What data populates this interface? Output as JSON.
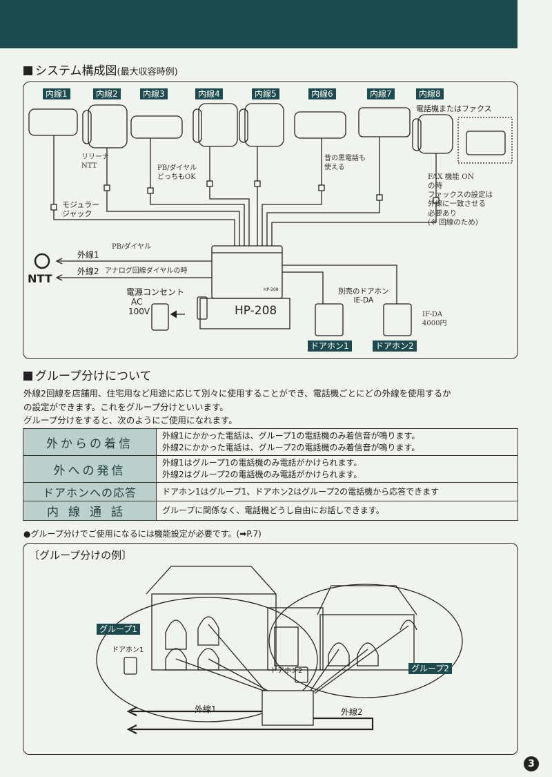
{
  "header_bar_color": "#1d4a4c",
  "system": {
    "title": "システム構成図",
    "subtitle": "(最大収容時例)",
    "extensions": [
      "内線1",
      "内線2",
      "内線3",
      "内線4",
      "内線5",
      "内線6",
      "内線7",
      "内線8"
    ],
    "phone_or_fax": "電話機またはファクス",
    "modular_jack": "モジュラー\nジャック",
    "outside_line_1": "外線1",
    "outside_line_2": "外線2",
    "ntt": "NTT",
    "power_outlet": "電源コンセント",
    "ac": "AC",
    "voltage": "100V",
    "unit_name": "HP-208",
    "unit_small_label": "HP-208",
    "doorphone_note": "別売のドアホン\nIE-DA",
    "doorphone_1": "ドアホン1",
    "doorphone_2": "ドアホン2",
    "handwritten": {
      "ext2": "リリーナ\nNTT",
      "ext3": "PB/ダイヤル\nどっちもOK",
      "ext6": "昔の黒電話も\n使える",
      "fax": "FAX 機能 ON\nの時\nファックスの設定は\n外線に一致させる\n必要あり\n(※ 回線のため)",
      "line1": "PB/ダイヤル",
      "line2": "アナログ回線ダイヤルの時",
      "ifda": "IF-DA\n4000円"
    }
  },
  "group": {
    "title": "グループ分けについて",
    "para1": "外線2回線を店舗用、住宅用など用途に応じて別々に使用することができ、電話機ごとにどの外線を使用するか",
    "para2": "の設定ができます。これをグループ分けといいます。",
    "para3": "グループ分けをすると、次のようにご使用になれます。",
    "table": [
      {
        "head": "外からの着信",
        "lines": [
          "外線1にかかった電話は、グループ1の電話機のみ着信音が鳴ります。",
          "外線2にかかった電話は、グループ2の電話機のみ着信音が鳴ります。"
        ]
      },
      {
        "head": "外への発信",
        "lines": [
          "外線1はグループ1の電話機のみ電話がかけられます。",
          "外線2はグループ2の電話機のみ電話がかけられます。"
        ]
      },
      {
        "head": "ドアホンへの応答",
        "lines": [
          "ドアホン1はグループ1、ドアホン2はグループ2の電話機から応答できます"
        ]
      },
      {
        "head": "内線通話",
        "lines": [
          "グループに関係なく、電話機どうし自由にお話しできます。"
        ]
      }
    ],
    "note": "●グループ分けでご使用になるには機能設定が必要です。(➡P.7)"
  },
  "example": {
    "title": "〔グループ分けの例〕",
    "group1": "グループ1",
    "group2": "グループ2",
    "doorphone_1": "ドアホン1",
    "doorphone_2": "ドアホン2",
    "line1": "外線1",
    "line2": "外線2"
  },
  "page_number": "3"
}
